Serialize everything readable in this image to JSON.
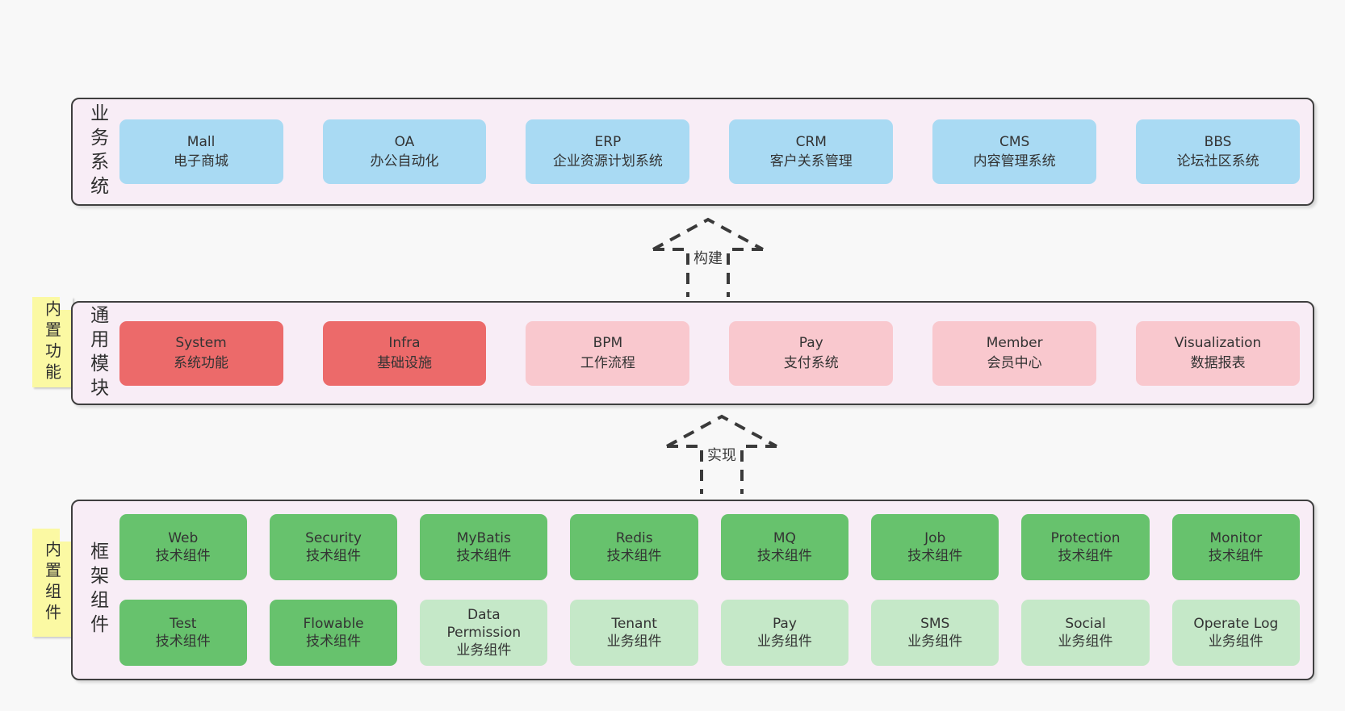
{
  "colors": {
    "page-bg": "#f8f8f8",
    "panel-bg": "#f8edf6",
    "panel-border": "#3f3f3f",
    "box-blue": "#a9daf3",
    "box-red": "#ec6a6a",
    "box-pink": "#f9c8ce",
    "box-green": "#67c26d",
    "box-green-light": "#c5e8c8",
    "sticky-yellow": "#fbf9a3",
    "text": "#333333",
    "arrow": "#3a3a3a"
  },
  "layers": [
    {
      "label": "业务系统",
      "boxes": [
        {
          "title": "Mall",
          "subtitle": "电子商城",
          "variant": "blue"
        },
        {
          "title": "OA",
          "subtitle": "办公自动化",
          "variant": "blue"
        },
        {
          "title": "ERP",
          "subtitle": "企业资源计划系统",
          "variant": "blue"
        },
        {
          "title": "CRM",
          "subtitle": "客户关系管理",
          "variant": "blue"
        },
        {
          "title": "CMS",
          "subtitle": "内容管理系统",
          "variant": "blue"
        },
        {
          "title": "BBS",
          "subtitle": "论坛社区系统",
          "variant": "blue"
        }
      ]
    },
    {
      "label": "通用模块",
      "sticky": "内置功能",
      "boxes": [
        {
          "title": "System",
          "subtitle": "系统功能",
          "variant": "red"
        },
        {
          "title": "Infra",
          "subtitle": "基础设施",
          "variant": "red"
        },
        {
          "title": "BPM",
          "subtitle": "工作流程",
          "variant": "pink"
        },
        {
          "title": "Pay",
          "subtitle": "支付系统",
          "variant": "pink"
        },
        {
          "title": "Member",
          "subtitle": "会员中心",
          "variant": "pink"
        },
        {
          "title": "Visualization",
          "subtitle": "数据报表",
          "variant": "pink"
        }
      ]
    },
    {
      "label": "框架组件",
      "sticky": "内置组件",
      "rows": [
        [
          {
            "title": "Web",
            "subtitle": "技术组件",
            "variant": "green"
          },
          {
            "title": "Security",
            "subtitle": "技术组件",
            "variant": "green"
          },
          {
            "title": "MyBatis",
            "subtitle": "技术组件",
            "variant": "green"
          },
          {
            "title": "Redis",
            "subtitle": "技术组件",
            "variant": "green"
          },
          {
            "title": "MQ",
            "subtitle": "技术组件",
            "variant": "green"
          },
          {
            "title": "Job",
            "subtitle": "技术组件",
            "variant": "green"
          },
          {
            "title": "Protection",
            "subtitle": "技术组件",
            "variant": "green"
          },
          {
            "title": "Monitor",
            "subtitle": "技术组件",
            "variant": "green"
          }
        ],
        [
          {
            "title": "Test",
            "subtitle": "技术组件",
            "variant": "green"
          },
          {
            "title": "Flowable",
            "subtitle": "技术组件",
            "variant": "green"
          },
          {
            "title": "Data Permission",
            "subtitle": "业务组件",
            "variant": "green-light"
          },
          {
            "title": "Tenant",
            "subtitle": "业务组件",
            "variant": "green-light"
          },
          {
            "title": "Pay",
            "subtitle": "业务组件",
            "variant": "green-light"
          },
          {
            "title": "SMS",
            "subtitle": "业务组件",
            "variant": "green-light"
          },
          {
            "title": "Social",
            "subtitle": "业务组件",
            "variant": "green-light"
          },
          {
            "title": "Operate Log",
            "subtitle": "业务组件",
            "variant": "green-light"
          }
        ]
      ]
    }
  ],
  "arrows": [
    {
      "label": "构建"
    },
    {
      "label": "实现"
    }
  ]
}
